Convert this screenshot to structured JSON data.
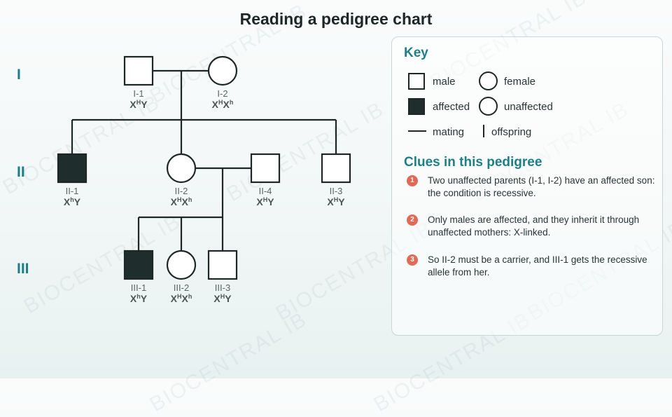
{
  "title": "Reading a pedigree chart",
  "watermark": "BIOCENTRAL IB",
  "generations": [
    "I",
    "II",
    "III"
  ],
  "individuals": [
    {
      "id": "I-1",
      "sex": "male",
      "affected": false,
      "genotype": {
        "base1": "X",
        "sup1": "H",
        "base2": "Y",
        "sup2": ""
      }
    },
    {
      "id": "I-2",
      "sex": "female",
      "affected": false,
      "genotype": {
        "base1": "X",
        "sup1": "H",
        "base2": "X",
        "sup2": "h"
      }
    },
    {
      "id": "II-1",
      "sex": "male",
      "affected": true,
      "genotype": {
        "base1": "X",
        "sup1": "h",
        "base2": "Y",
        "sup2": ""
      }
    },
    {
      "id": "II-2",
      "sex": "female",
      "affected": false,
      "genotype": {
        "base1": "X",
        "sup1": "H",
        "base2": "X",
        "sup2": "h"
      }
    },
    {
      "id": "II-4",
      "sex": "male",
      "affected": false,
      "genotype": {
        "base1": "X",
        "sup1": "H",
        "base2": "Y",
        "sup2": ""
      }
    },
    {
      "id": "II-3",
      "sex": "male",
      "affected": false,
      "genotype": {
        "base1": "X",
        "sup1": "H",
        "base2": "Y",
        "sup2": ""
      }
    },
    {
      "id": "III-1",
      "sex": "male",
      "affected": true,
      "genotype": {
        "base1": "X",
        "sup1": "h",
        "base2": "Y",
        "sup2": ""
      }
    },
    {
      "id": "III-2",
      "sex": "female",
      "affected": false,
      "genotype": {
        "base1": "X",
        "sup1": "H",
        "base2": "X",
        "sup2": "h"
      }
    },
    {
      "id": "III-3",
      "sex": "male",
      "affected": false,
      "genotype": {
        "base1": "X",
        "sup1": "H",
        "base2": "Y",
        "sup2": ""
      }
    }
  ],
  "key": {
    "heading": "Key",
    "male": "male",
    "female": "female",
    "affected": "affected",
    "unaffected": "unaffected",
    "mating": "mating",
    "offspring": "offspring"
  },
  "clues": {
    "heading": "Clues in this pedigree",
    "items": [
      {
        "num": "1",
        "text": "Two unaffected parents (I-1, I-2) have an affected son: the condition is recessive."
      },
      {
        "num": "2",
        "text": "Only males are affected, and they inherit it through unaffected mothers: X-linked."
      },
      {
        "num": "3",
        "text": "So II-2 must be a carrier, and III-1 gets the recessive allele from her."
      }
    ]
  },
  "colors": {
    "accent": "#1f7f86",
    "affected_fill": "#1f2d2d",
    "clue_badge": "#e06a55"
  }
}
